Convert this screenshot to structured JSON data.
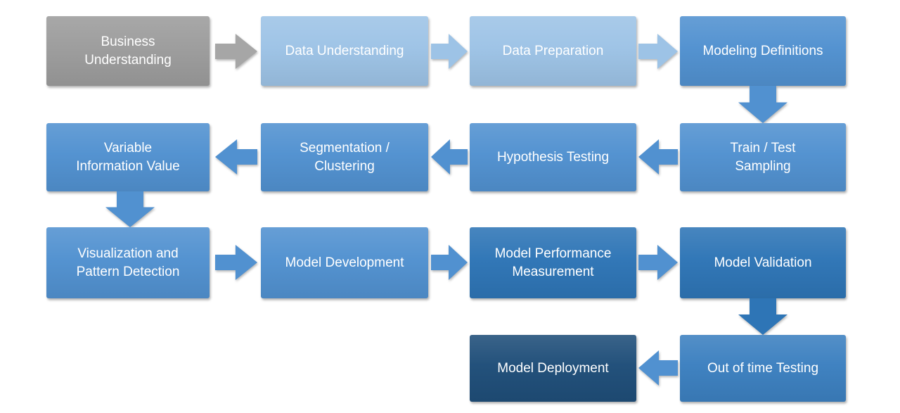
{
  "diagram": {
    "type": "flowchart",
    "colors": {
      "background": "#ffffff",
      "text": "#ffffff",
      "gray": "#9c9c9c",
      "gray_arrow": "#a6a6a6",
      "light_blue": "#9dc3e6",
      "medium_blue": "#5191d0",
      "dark_blue": "#2e75b6",
      "oot_blue": "#3c80c0",
      "navy": "#1f4e79"
    },
    "steps": [
      {
        "id": "business-understanding",
        "label": "Business\nUnderstanding",
        "color": "gray"
      },
      {
        "id": "data-understanding",
        "label": "Data Understanding",
        "color": "light_blue"
      },
      {
        "id": "data-preparation",
        "label": "Data Preparation",
        "color": "light_blue"
      },
      {
        "id": "modeling-definitions",
        "label": "Modeling Definitions",
        "color": "medium_blue"
      },
      {
        "id": "train-test-sampling",
        "label": "Train / Test\nSampling",
        "color": "medium_blue"
      },
      {
        "id": "hypothesis-testing",
        "label": "Hypothesis Testing",
        "color": "medium_blue"
      },
      {
        "id": "segmentation-clustering",
        "label": "Segmentation /\nClustering",
        "color": "medium_blue"
      },
      {
        "id": "variable-information-value",
        "label": "Variable\nInformation Value",
        "color": "medium_blue"
      },
      {
        "id": "visualization-pattern-detection",
        "label": "Visualization and\nPattern Detection",
        "color": "medium_blue"
      },
      {
        "id": "model-development",
        "label": "Model Development",
        "color": "medium_blue"
      },
      {
        "id": "model-performance-measurement",
        "label": "Model Performance\nMeasurement",
        "color": "dark_blue"
      },
      {
        "id": "model-validation",
        "label": "Model Validation",
        "color": "dark_blue"
      },
      {
        "id": "out-of-time-testing",
        "label": "Out of time Testing",
        "color": "oot_blue"
      },
      {
        "id": "model-deployment",
        "label": "Model Deployment",
        "color": "navy"
      }
    ],
    "connectors": [
      {
        "from": "business-understanding",
        "to": "data-understanding",
        "direction": "right",
        "color": "gray_arrow"
      },
      {
        "from": "data-understanding",
        "to": "data-preparation",
        "direction": "right",
        "color": "light_blue"
      },
      {
        "from": "data-preparation",
        "to": "modeling-definitions",
        "direction": "right",
        "color": "light_blue"
      },
      {
        "from": "modeling-definitions",
        "to": "train-test-sampling",
        "direction": "down",
        "color": "medium_blue"
      },
      {
        "from": "train-test-sampling",
        "to": "hypothesis-testing",
        "direction": "left",
        "color": "medium_blue"
      },
      {
        "from": "hypothesis-testing",
        "to": "segmentation-clustering",
        "direction": "left",
        "color": "medium_blue"
      },
      {
        "from": "segmentation-clustering",
        "to": "variable-information-value",
        "direction": "left",
        "color": "medium_blue"
      },
      {
        "from": "variable-information-value",
        "to": "visualization-pattern-detection",
        "direction": "down",
        "color": "medium_blue"
      },
      {
        "from": "visualization-pattern-detection",
        "to": "model-development",
        "direction": "right",
        "color": "medium_blue"
      },
      {
        "from": "model-development",
        "to": "model-performance-measurement",
        "direction": "right",
        "color": "medium_blue"
      },
      {
        "from": "model-performance-measurement",
        "to": "model-validation",
        "direction": "right",
        "color": "medium_blue"
      },
      {
        "from": "model-validation",
        "to": "out-of-time-testing",
        "direction": "down",
        "color": "dark_blue"
      },
      {
        "from": "out-of-time-testing",
        "to": "model-deployment",
        "direction": "left",
        "color": "medium_blue"
      }
    ]
  }
}
